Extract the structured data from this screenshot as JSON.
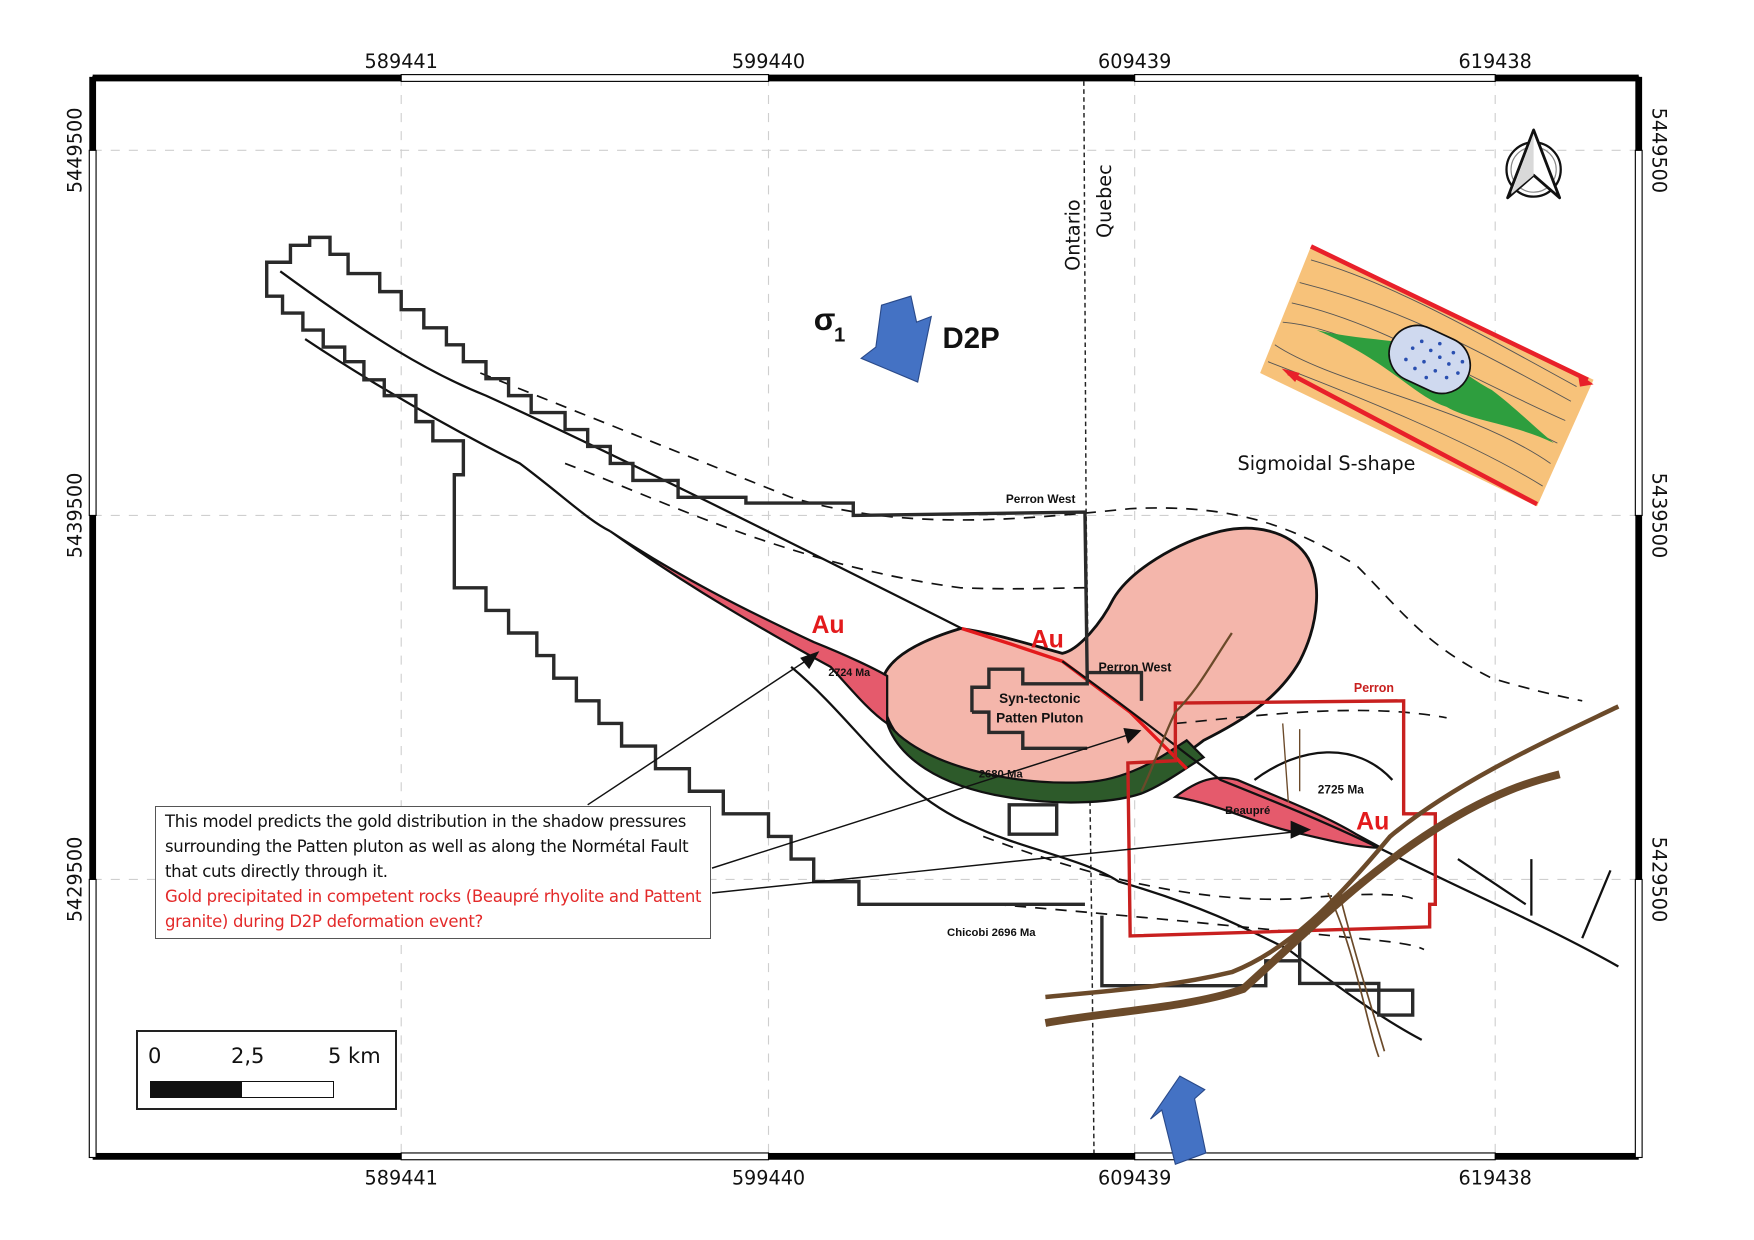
{
  "map": {
    "title": "Patten pluton gold distribution model",
    "grid": {
      "x_ticks": [
        "589441",
        "599440",
        "609439",
        "619438"
      ],
      "y_ticks": [
        "5449500",
        "5439500",
        "5429500"
      ]
    },
    "boundary": {
      "west": "Ontario",
      "east": "Quebec"
    },
    "stress": {
      "symbol": "σ",
      "subscript": "1",
      "event": "D2P"
    },
    "labels": {
      "perron_west_top": "Perron West",
      "perron_west_mid": "Perron West",
      "perron": "Perron",
      "pluton_line1": "Syn-tectonic",
      "pluton_line2": "Patten Pluton",
      "age_2724": "2724 Ma",
      "age_2680": "2680 Ma",
      "age_2725": "2725 Ma",
      "beaupre": "Beaupré",
      "chicobi": "Chicobi 2696 Ma",
      "au": "Au",
      "sigmoidal": "Sigmoidal S-shape"
    },
    "note": {
      "line_black": "This model predicts the gold distribution in the shadow pressures surrounding the Patten pluton as well as along the Normétal Fault that cuts directly through it.",
      "line_red": "Gold precipitated in competent rocks (Beaupré rhyolite and Pattent granite) during D2P deformation event?"
    },
    "scale_bar": {
      "labels": [
        "0",
        "2,5",
        "5 km"
      ],
      "filled_fraction": 0.5
    },
    "north_arrow": "north-arrow-icon",
    "colors": {
      "pluton": "#f4b6ab",
      "rhyolite": "#e55a6c",
      "mafic": "#2d5a2a",
      "perron_claim": "#c8201f",
      "dykes": "#6b4a2a",
      "stress_arrow": "#4472c4",
      "au_text": "#e31a1c"
    }
  }
}
